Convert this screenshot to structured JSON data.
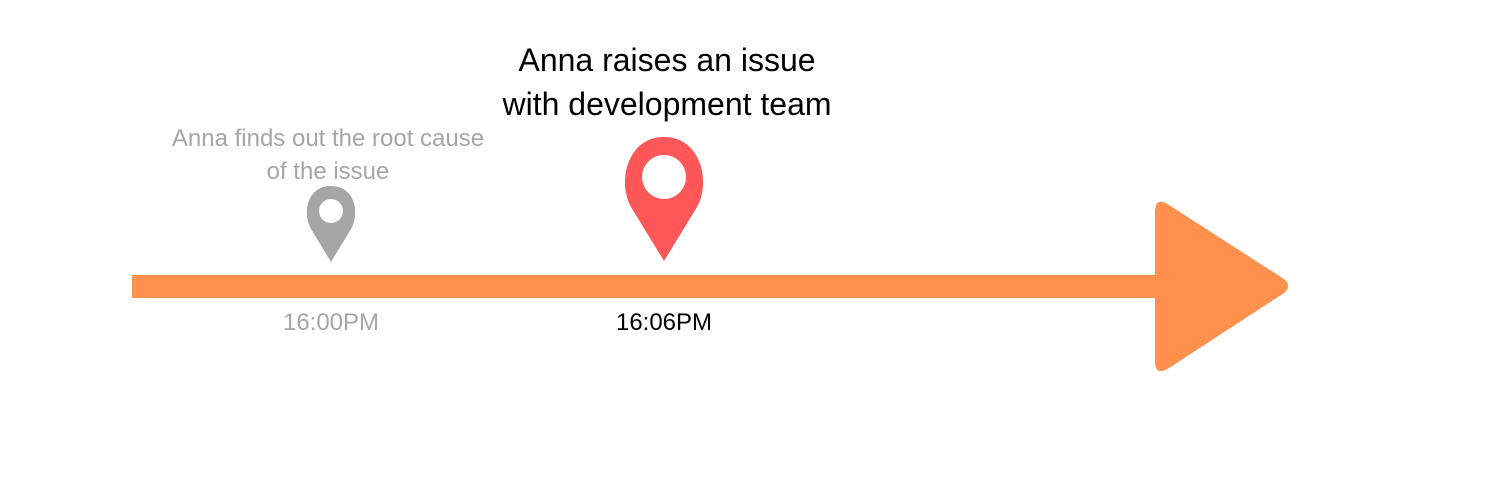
{
  "colors": {
    "timeline": "#ff914d",
    "past_event": "#a6a6a6",
    "current_marker": "#ff5757",
    "current_text": "#000000",
    "background": "#ffffff"
  },
  "events": [
    {
      "time": "16:00PM",
      "description_lines": [
        "Anna finds out the root cause",
        "of the issue"
      ],
      "state": "past",
      "icon": "map-pin-icon"
    },
    {
      "time": "16:06PM",
      "description_lines": [
        "Anna raises an issue",
        "with development team"
      ],
      "state": "current",
      "icon": "map-pin-icon"
    }
  ],
  "timeline": {
    "direction": "right",
    "icon": "arrow-head-icon"
  }
}
